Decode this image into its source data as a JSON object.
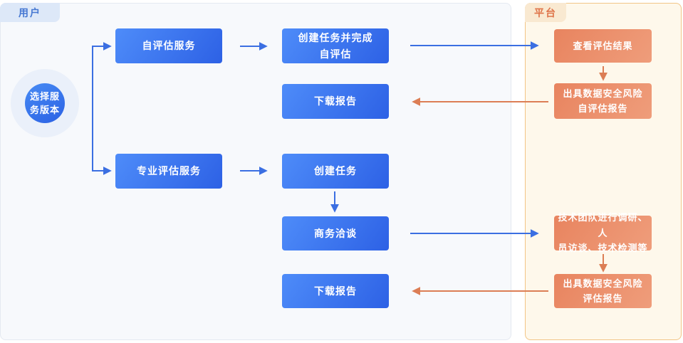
{
  "panels": {
    "user": {
      "label": "用户"
    },
    "platform": {
      "label": "平台"
    }
  },
  "start": {
    "label": "选择服\n务版本"
  },
  "flow": {
    "user_nodes": [
      {
        "id": "self-assessment-service",
        "label": "自评估服务"
      },
      {
        "id": "create-task-complete-self-assessment",
        "label": "创建任务并完成\n自评估"
      },
      {
        "id": "download-report-1",
        "label": "下载报告"
      },
      {
        "id": "professional-assessment-service",
        "label": "专业评估服务"
      },
      {
        "id": "create-task",
        "label": "创建任务"
      },
      {
        "id": "business-negotiation",
        "label": "商务洽谈"
      },
      {
        "id": "download-report-2",
        "label": "下载报告"
      }
    ],
    "platform_nodes": [
      {
        "id": "view-assessment-result",
        "label": "查看评估结果"
      },
      {
        "id": "issue-self-assessment-report",
        "label": "出具数据安全风险\n自评估报告"
      },
      {
        "id": "tech-team-activities",
        "label": "技术团队进行调研、人\n员访谈、技术检测等"
      },
      {
        "id": "issue-assessment-report",
        "label": "出具数据安全风险\n评估报告"
      }
    ]
  },
  "colors": {
    "user_lane_bg": "#f7f9fc",
    "user_lane_border": "#e4e9f1",
    "platform_lane_bg": "#fef8eb",
    "platform_lane_border": "#f2c586",
    "user_node_gradient_start": "#4e8cf9",
    "user_node_gradient_end": "#2d61e5",
    "platform_node_gradient_start": "#e8845f",
    "platform_node_gradient_end": "#ef9d7b",
    "blue_arrow": "#3b6fe2",
    "orange_arrow": "#dc7e55",
    "user_tab_bg": "#dde8f8",
    "user_tab_text": "#4678d2",
    "platform_tab_bg": "#f9e9d1",
    "platform_tab_text": "#df7449"
  }
}
